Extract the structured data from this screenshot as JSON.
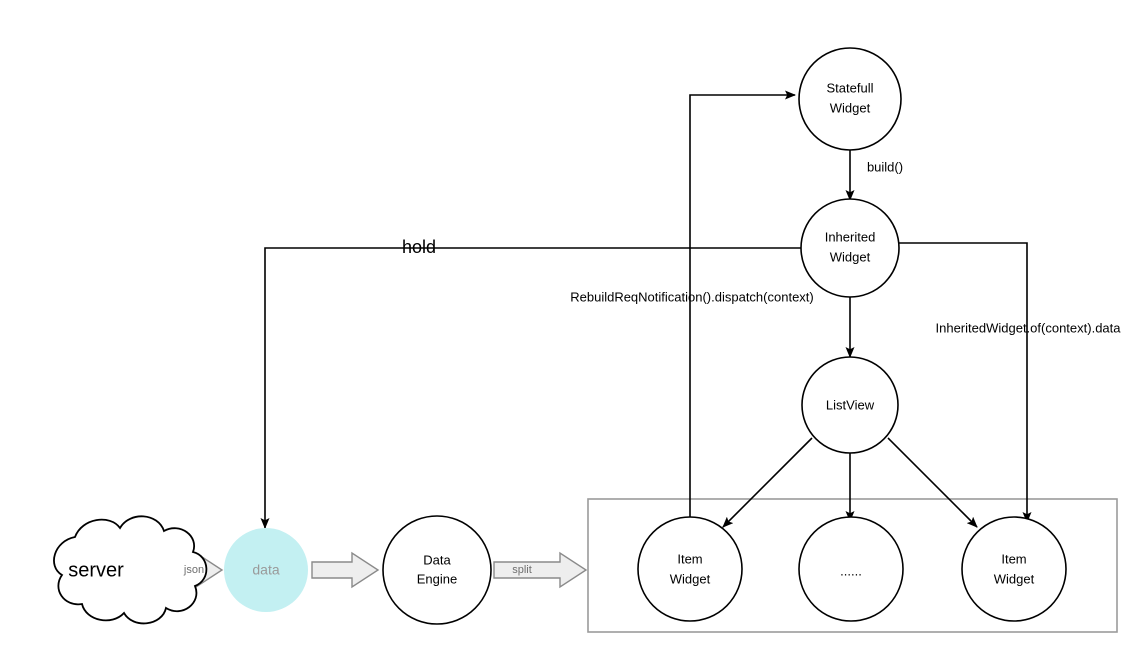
{
  "diagram": {
    "title": "Flutter InheritedWidget data flow diagram",
    "colors": {
      "data_node_fill": "#c3f0f2",
      "group_border": "#9b9b9b",
      "block_arrow_fill": "#eeeeee",
      "block_arrow_stroke": "#8a8a8a",
      "stroke": "#000000",
      "muted_text": "#9a9a9a"
    },
    "nodes": {
      "server": {
        "label": "server",
        "shape": "cloud"
      },
      "data": {
        "label": "data",
        "shape": "circle"
      },
      "data_engine": {
        "label_line1": "Data",
        "label_line2": "Engine",
        "shape": "circle"
      },
      "statefull_widget": {
        "label_line1": "Statefull",
        "label_line2": "Widget",
        "shape": "circle"
      },
      "inherited_widget": {
        "label_line1": "Inherited",
        "label_line2": "Widget",
        "shape": "circle"
      },
      "listview": {
        "label": "ListView",
        "shape": "circle"
      },
      "item_widget_left": {
        "label_line1": "Item",
        "label_line2": "Widget",
        "shape": "circle"
      },
      "item_widget_ellipsis": {
        "label": "......",
        "shape": "circle"
      },
      "item_widget_right": {
        "label_line1": "Item",
        "label_line2": "Widget",
        "shape": "circle"
      }
    },
    "edges": {
      "json": {
        "label": "json",
        "style": "block-arrow"
      },
      "split": {
        "label": "split",
        "style": "block-arrow"
      },
      "build": {
        "label": "build()",
        "style": "line-arrow"
      },
      "hold": {
        "label": "hold",
        "style": "line-arrow"
      },
      "rebuild_notification": {
        "label": "RebuildReqNotification().dispatch(context)",
        "style": "line-arrow"
      },
      "inherited_of_context": {
        "label": "InheritedWidget.of(context).data",
        "style": "line-arrow"
      }
    }
  }
}
